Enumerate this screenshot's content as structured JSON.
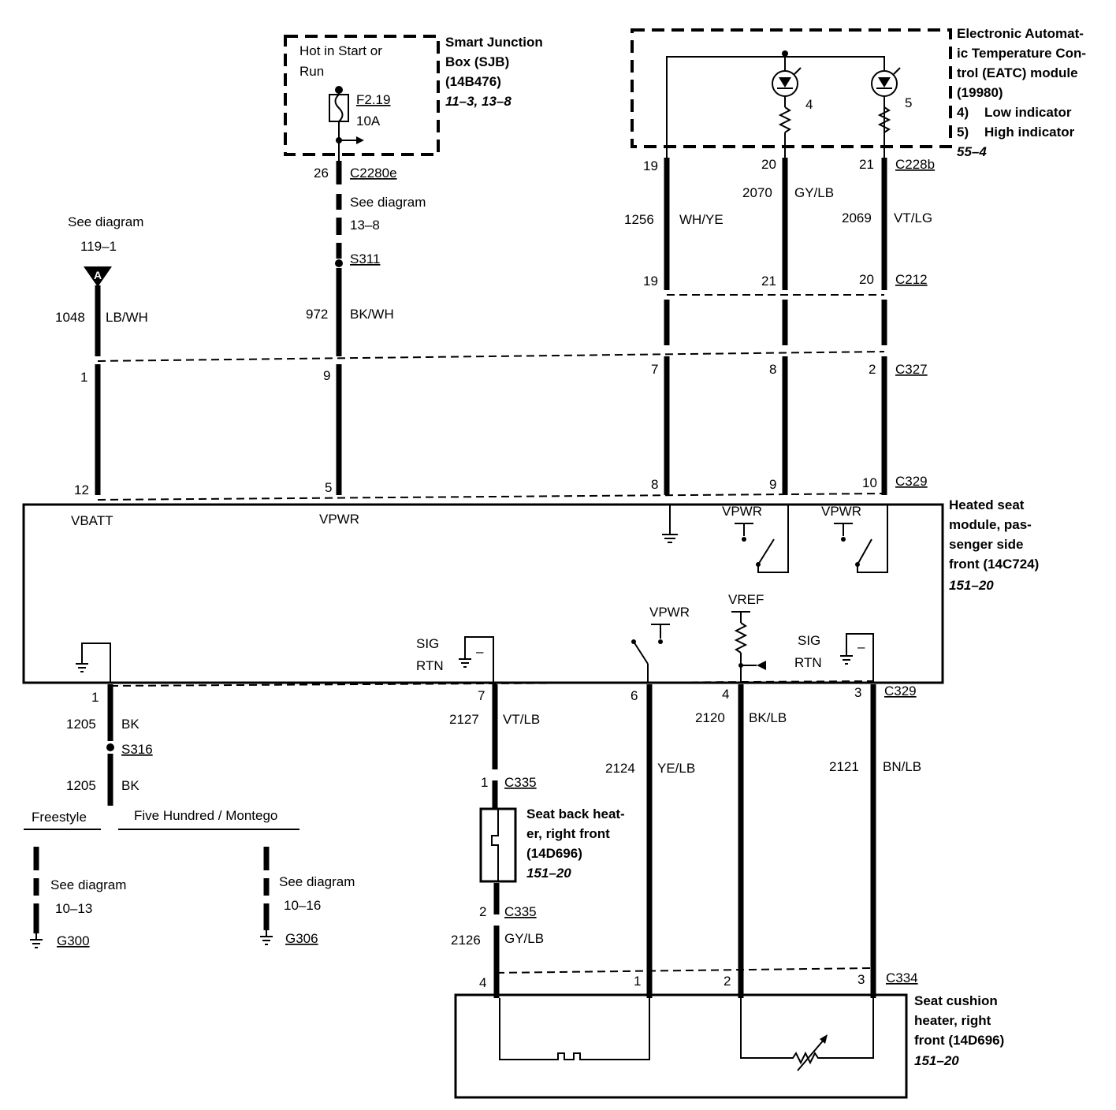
{
  "sjb": {
    "hot_line1": "Hot in Start or",
    "hot_line2": "Run",
    "title1": "Smart Junction",
    "title2": "Box (SJB)",
    "part": "(14B476)",
    "ref": "11–3, 13–8",
    "fuse": "F2.19",
    "amps": "10A"
  },
  "eatc": {
    "title1": "Electronic Automat-",
    "title2": "ic Temperature Con-",
    "title3": "trol (EATC) module",
    "part": "(19980)",
    "ind4_num": "4)",
    "ind4_label": "Low indicator",
    "ind5_num": "5)",
    "ind5_label": "High indicator",
    "ref": "55–4",
    "led4": "4",
    "led5": "5"
  },
  "connectors": {
    "c2280e": "C2280e",
    "c228b": "C228b",
    "c212": "C212",
    "c327": "C327",
    "c329_top": "C329",
    "c329_bot": "C329",
    "c335_top": "C335",
    "c335_bot": "C335",
    "c334": "C334",
    "s311": "S311",
    "s316": "S316",
    "g300": "G300",
    "g306": "G306"
  },
  "pins": {
    "p26": "26",
    "p19a": "19",
    "p20a": "20",
    "p21a": "21",
    "p19b": "19",
    "p21b": "21",
    "p20b": "20",
    "c327_1": "1",
    "c327_9": "9",
    "c327_7": "7",
    "c327_8": "8",
    "c327_2": "2",
    "c329_12": "12",
    "c329_5": "5",
    "c329_8": "8",
    "c329_9": "9",
    "c329_10": "10",
    "c329_1": "1",
    "c329_7": "7",
    "c329_6": "6",
    "c329_4": "4",
    "c329_3": "3",
    "c335_1": "1",
    "c335_2": "2",
    "c334_4": "4",
    "c334_1": "1",
    "c334_2": "2",
    "c334_3": "3"
  },
  "wires": {
    "w1048": "1048",
    "w1048_color": "LB/WH",
    "w972": "972",
    "w972_color": "BK/WH",
    "w1256": "1256",
    "w1256_color": "WH/YE",
    "w2070": "2070",
    "w2070_color": "GY/LB",
    "w2069": "2069",
    "w2069_color": "VT/LG",
    "w1205a": "1205",
    "w1205a_color": "BK",
    "w1205b": "1205",
    "w1205b_color": "BK",
    "w2127": "2127",
    "w2127_color": "VT/LB",
    "w2124": "2124",
    "w2124_color": "YE/LB",
    "w2120": "2120",
    "w2120_color": "BK/LB",
    "w2121": "2121",
    "w2121_color": "BN/LB",
    "w2126": "2126",
    "w2126_color": "GY/LB"
  },
  "refs": {
    "see_a": "See diagram",
    "see_a_num": "119–1",
    "arrow_a": "A",
    "see_sjb": "See diagram",
    "see_sjb_num": "13–8",
    "see_g300": "See diagram",
    "see_g300_num": "10–13",
    "see_g306": "See diagram",
    "see_g306_num": "10–16",
    "freestyle": "Freestyle",
    "five_hundred": "Five Hundred / Montego"
  },
  "module": {
    "title1": "Heated seat",
    "title2": "module, pas-",
    "title3": "senger side",
    "title4": "front (14C724)",
    "ref": "151–20",
    "vbatt": "VBATT",
    "vpwr_main": "VPWR",
    "vpwr_sw1": "VPWR",
    "vpwr_sw2": "VPWR",
    "vpwr_sw3": "VPWR",
    "vref": "VREF",
    "sig1": "SIG",
    "rtn1": "RTN",
    "sig2": "SIG",
    "rtn2": "RTN",
    "minus1": "–",
    "minus2": "–"
  },
  "seatback": {
    "title1": "Seat back heat-",
    "title2": "er, right front",
    "part": "(14D696)",
    "ref": "151–20"
  },
  "cushion": {
    "title1": "Seat cushion",
    "title2": "heater, right",
    "title3": "front (14D696)",
    "ref": "151–20"
  }
}
